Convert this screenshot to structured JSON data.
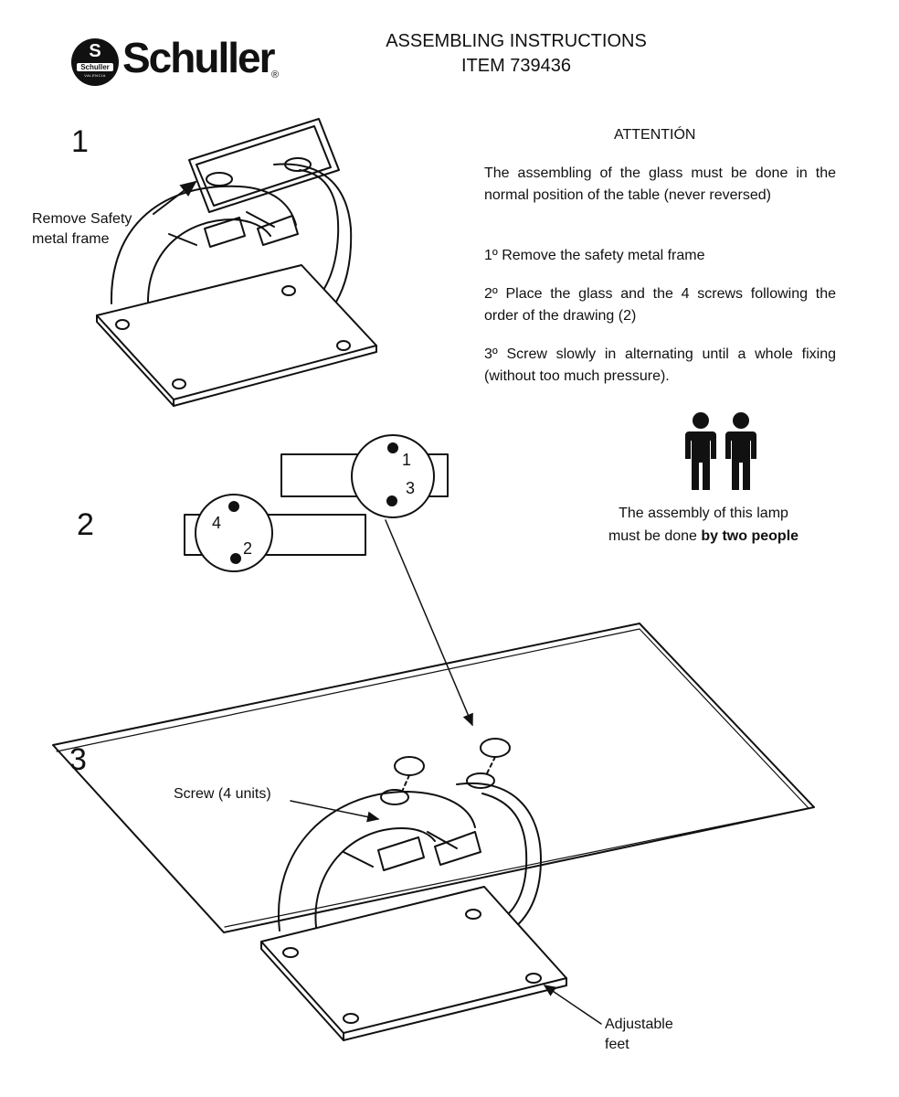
{
  "header": {
    "brand": "Schuller",
    "badge_letter": "S",
    "badge_word": "Schuller",
    "badge_city": "VALENCIA",
    "registered": "®",
    "title_line1": "ASSEMBLING INSTRUCTIONS",
    "title_line2": "ITEM  739436"
  },
  "steps": {
    "one": "1",
    "two": "2",
    "three": "3"
  },
  "step1_label": {
    "line1": "Remove Safety",
    "line2": "metal frame"
  },
  "attention": {
    "heading": "ATTENTIÓN",
    "intro": "The assembling of the glass must be done in the normal position of the table (never reversed)",
    "step1": "1º Remove the safety metal frame",
    "step2": "2º Place the glass and the 4 screws following the order of the drawing (2)",
    "step3": "3º Screw slowly in alternating until a whole fixing (without too much pressure)."
  },
  "people_notice": {
    "line1": "The assembly of this lamp",
    "line2_prefix": "must be done ",
    "line2_bold": "by two people"
  },
  "screw_order": [
    "1",
    "3",
    "4",
    "2"
  ],
  "callouts": {
    "screw": "Screw (4 units)",
    "feet_line1": "Adjustable",
    "feet_line2": "feet"
  },
  "icons": [
    "person-icon",
    "person-icon"
  ]
}
